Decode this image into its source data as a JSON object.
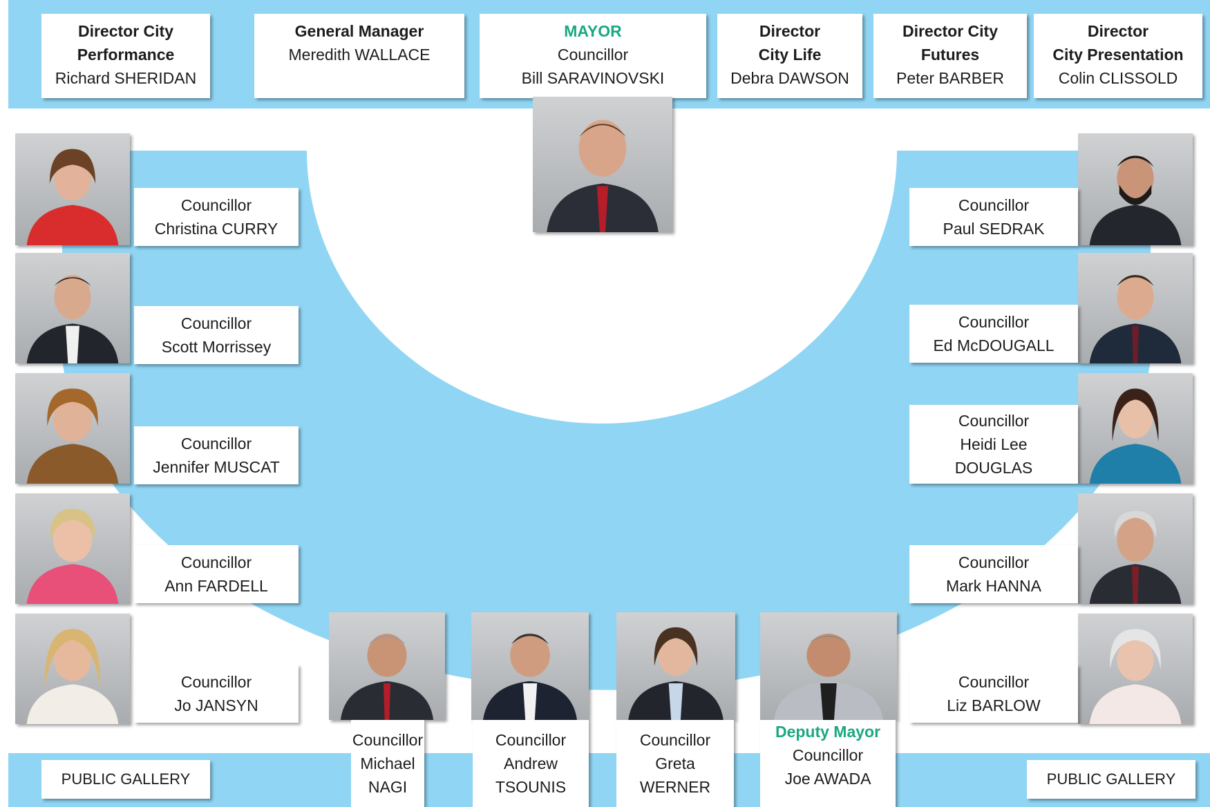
{
  "colors": {
    "band": "#90d6f4",
    "accent_green": "#1aa882"
  },
  "staff": [
    {
      "line1": "Director City",
      "line2": "Performance",
      "name": "Richard SHERIDAN"
    },
    {
      "line1": "General Manager",
      "name": "Meredith WALLACE"
    },
    {
      "role": "MAYOR",
      "title": "Councillor",
      "name": "Bill SARAVINOVSKI"
    },
    {
      "line1": "Director",
      "line2": "City Life",
      "name": "Debra DAWSON"
    },
    {
      "line1": "Director City",
      "line2": "Futures",
      "name": "Peter BARBER"
    },
    {
      "line1": "Director",
      "line2": "City Presentation",
      "name": "Colin CLISSOLD"
    }
  ],
  "left_councillors": [
    {
      "title": "Councillor",
      "name": "Christina CURRY"
    },
    {
      "title": "Councillor",
      "name": "Scott Morrissey"
    },
    {
      "title": "Councillor",
      "name": "Jennifer MUSCAT"
    },
    {
      "title": "Councillor",
      "name": "Ann FARDELL"
    },
    {
      "title": "Councillor",
      "name": "Jo JANSYN"
    }
  ],
  "right_councillors": [
    {
      "title": "Councillor",
      "name": "Paul SEDRAK"
    },
    {
      "title": "Councillor",
      "name": "Ed McDOUGALL"
    },
    {
      "title": "Councillor",
      "name1": "Heidi Lee",
      "name2": "DOUGLAS"
    },
    {
      "title": "Councillor",
      "name": "Mark HANNA"
    },
    {
      "title": "Councillor",
      "name": "Liz BARLOW"
    }
  ],
  "bottom_councillors": [
    {
      "title": "Councillor",
      "name1": "Michael",
      "name2": "NAGI"
    },
    {
      "title": "Councillor",
      "name1": "Andrew",
      "name2": "TSOUNIS"
    },
    {
      "title": "Councillor",
      "name1": "Greta",
      "name2": "WERNER"
    },
    {
      "role": "Deputy Mayor",
      "title": "Councillor",
      "name": "Joe AWADA"
    }
  ],
  "public_gallery": {
    "left": "PUBLIC GALLERY",
    "right": "PUBLIC GALLERY"
  }
}
